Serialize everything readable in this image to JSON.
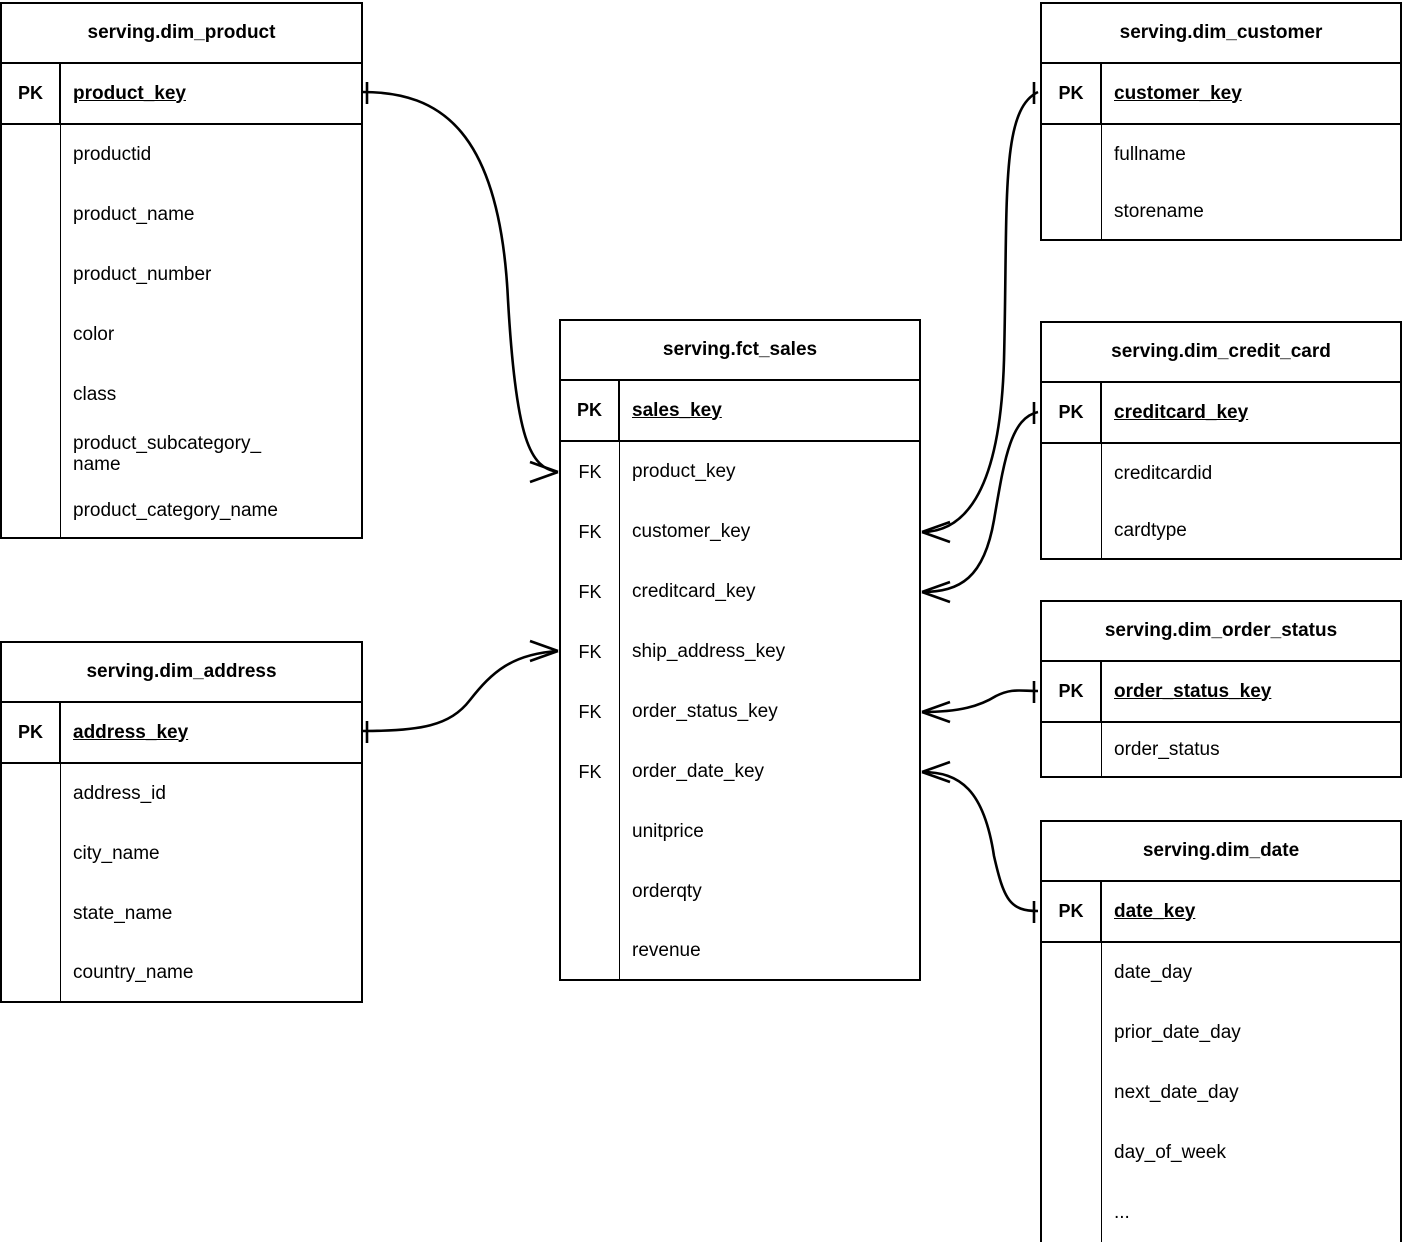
{
  "diagram": {
    "title": "Star schema entity relationship diagram",
    "notation": "crow-foot",
    "stroke_color": "#000000",
    "background_color": "#ffffff"
  },
  "labels": {
    "pk": "PK",
    "fk": "FK",
    "blank": ""
  },
  "entities": {
    "dim_product": {
      "name": "serving.dim_product",
      "pk": {
        "key": "PK",
        "field": "product_key"
      },
      "fields": [
        {
          "key": "",
          "name": "productid"
        },
        {
          "key": "",
          "name": "product_name"
        },
        {
          "key": "",
          "name": "product_number"
        },
        {
          "key": "",
          "name": "color"
        },
        {
          "key": "",
          "name": "class"
        },
        {
          "key": "",
          "name": "product_subcategory_",
          "name2": "name"
        },
        {
          "key": "",
          "name": "product_category_name"
        }
      ]
    },
    "dim_address": {
      "name": "serving.dim_address",
      "pk": {
        "key": "PK",
        "field": "address_key"
      },
      "fields": [
        {
          "key": "",
          "name": "address_id"
        },
        {
          "key": "",
          "name": "city_name"
        },
        {
          "key": "",
          "name": "state_name"
        },
        {
          "key": "",
          "name": "country_name"
        }
      ]
    },
    "fct_sales": {
      "name": "serving.fct_sales",
      "pk": {
        "key": "PK",
        "field": "sales_key"
      },
      "fields": [
        {
          "key": "FK",
          "name": "product_key"
        },
        {
          "key": "FK",
          "name": "customer_key"
        },
        {
          "key": "FK",
          "name": "creditcard_key"
        },
        {
          "key": "FK",
          "name": "ship_address_key"
        },
        {
          "key": "FK",
          "name": "order_status_key"
        },
        {
          "key": "FK",
          "name": "order_date_key"
        },
        {
          "key": "",
          "name": "unitprice"
        },
        {
          "key": "",
          "name": "orderqty"
        },
        {
          "key": "",
          "name": "revenue"
        }
      ]
    },
    "dim_customer": {
      "name": "serving.dim_customer",
      "pk": {
        "key": "PK",
        "field": "customer_key"
      },
      "fields": [
        {
          "key": "",
          "name": "fullname"
        },
        {
          "key": "",
          "name": "storename"
        }
      ]
    },
    "dim_credit_card": {
      "name": "serving.dim_credit_card",
      "pk": {
        "key": "PK",
        "field": "creditcard_key"
      },
      "fields": [
        {
          "key": "",
          "name": "creditcardid"
        },
        {
          "key": "",
          "name": "cardtype"
        }
      ]
    },
    "dim_order_status": {
      "name": "serving.dim_order_status",
      "pk": {
        "key": "PK",
        "field": "order_status_key"
      },
      "fields": [
        {
          "key": "",
          "name": "order_status"
        }
      ]
    },
    "dim_date": {
      "name": "serving.dim_date",
      "pk": {
        "key": "PK",
        "field": "date_key"
      },
      "fields": [
        {
          "key": "",
          "name": "date_day"
        },
        {
          "key": "",
          "name": "prior_date_day"
        },
        {
          "key": "",
          "name": "next_date_day"
        },
        {
          "key": "",
          "name": "day_of_week"
        },
        {
          "key": "",
          "name": "..."
        }
      ]
    }
  },
  "relationships": [
    {
      "id": "rel-product-sales",
      "from": "dim_product.product_key",
      "to": "fct_sales.product_key",
      "from_cardinality": "one",
      "to_cardinality": "many"
    },
    {
      "id": "rel-address-sales",
      "from": "dim_address.address_key",
      "to": "fct_sales.ship_address_key",
      "from_cardinality": "one",
      "to_cardinality": "many"
    },
    {
      "id": "rel-sales-customer",
      "from": "fct_sales.customer_key",
      "to": "dim_customer.customer_key",
      "from_cardinality": "many",
      "to_cardinality": "one"
    },
    {
      "id": "rel-sales-creditcard",
      "from": "fct_sales.creditcard_key",
      "to": "dim_credit_card.creditcard_key",
      "from_cardinality": "many",
      "to_cardinality": "one"
    },
    {
      "id": "rel-sales-orderstatus",
      "from": "fct_sales.order_status_key",
      "to": "dim_order_status.order_status_key",
      "from_cardinality": "many",
      "to_cardinality": "one"
    },
    {
      "id": "rel-sales-date",
      "from": "fct_sales.order_date_key",
      "to": "dim_date.date_key",
      "from_cardinality": "many",
      "to_cardinality": "one"
    }
  ]
}
